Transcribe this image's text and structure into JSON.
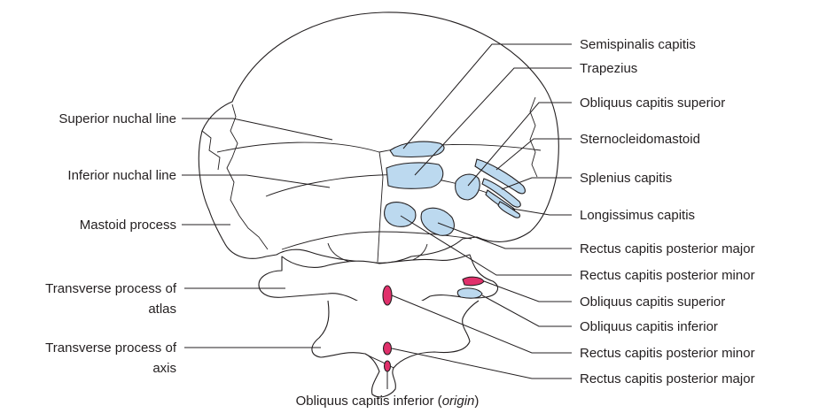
{
  "colors": {
    "insertion": "#bcd9ef",
    "origin": "#e0306b",
    "line": "#231f20"
  },
  "labels": {
    "left": {
      "superior_nuchal_line": "Superior nuchal line",
      "inferior_nuchal_line": "Inferior nuchal line",
      "mastoid_process": "Mastoid process",
      "transverse_process_atlas_1": "Transverse process of",
      "transverse_process_atlas_2": "atlas",
      "transverse_process_axis_1": "Transverse process of",
      "transverse_process_axis_2": "axis"
    },
    "right": [
      "Semispinalis capitis",
      "Trapezius",
      "Obliquus capitis superior",
      "Sternocleidomastoid",
      "Splenius capitis",
      "Longissimus capitis",
      "Rectus capitis posterior major",
      "Rectus capitis posterior minor",
      "Obliquus capitis superior",
      "Obliquus capitis inferior",
      "Rectus capitis posterior minor",
      "Rectus capitis posterior major"
    ],
    "bottom": {
      "text": "Obliquus capitis inferior (",
      "italic": "origin",
      "close": ")"
    }
  }
}
